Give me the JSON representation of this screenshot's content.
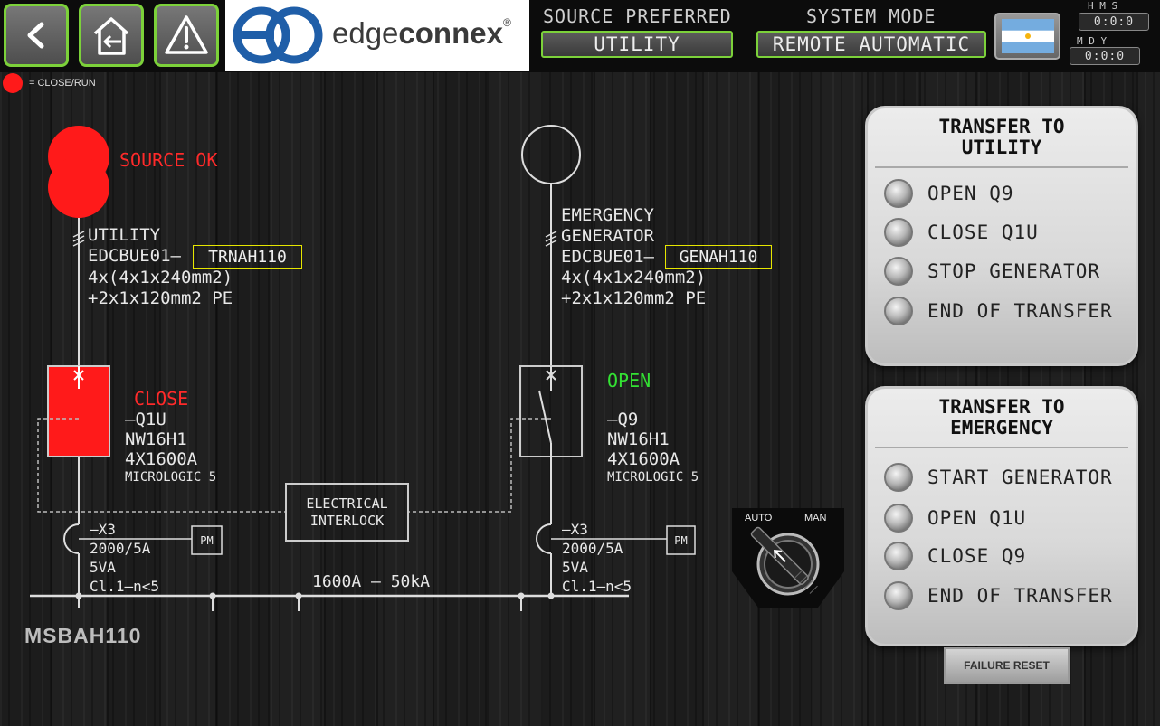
{
  "header": {
    "source_preferred_label": "SOURCE PREFERRED",
    "source_preferred_value": "UTILITY",
    "system_mode_label": "SYSTEM MODE",
    "system_mode_value": "REMOTE AUTOMATIC",
    "logo_text_1": "edge",
    "logo_text_2": "connex",
    "logo_registered": "®",
    "clock": {
      "time_labels": "H  M  S",
      "time_value": "0:0:0",
      "date_labels": "M  D  Y",
      "date_value": "0:0:0"
    }
  },
  "legend": {
    "text": "= CLOSE/RUN",
    "color": "#ff1a1a"
  },
  "utility": {
    "status": "SOURCE OK",
    "name": "UTILITY",
    "cable_prefix": "EDCBUE01–",
    "cable_tag": "TRNAH110",
    "cable_spec_1": "4x(4x1x240mm2)",
    "cable_spec_2": "+2x1x120mm2 PE"
  },
  "generator": {
    "name_1": "EMERGENCY",
    "name_2": "GENERATOR",
    "cable_prefix": "EDCBUE01–",
    "cable_tag": "GENAH110",
    "cable_spec_1": "4x(4x1x240mm2)",
    "cable_spec_2": "+2x1x120mm2 PE"
  },
  "breaker_q1u": {
    "state": "CLOSE",
    "id": "–Q1U",
    "model": "NW16H1",
    "rating": "4X1600A",
    "trip_unit": "MICROLOGIC 5"
  },
  "breaker_q9": {
    "state": "OPEN",
    "id": "–Q9",
    "model": "NW16H1",
    "rating": "4X1600A",
    "trip_unit": "MICROLOGIC 5"
  },
  "interlock": {
    "line1": "ELECTRICAL",
    "line2": "INTERLOCK"
  },
  "ct_left": {
    "id": "–X3",
    "ratio": "2000/5A",
    "va": "5VA",
    "class": "Cl.1–n<5",
    "meter": "PM"
  },
  "ct_right": {
    "id": "–X3",
    "ratio": "2000/5A",
    "va": "5VA",
    "class": "Cl.1–n<5",
    "meter": "PM"
  },
  "busbar": {
    "rating": "1600A – 50kA",
    "name": "MSBAH110"
  },
  "selector": {
    "auto_label": "AUTO",
    "man_label": "MAN"
  },
  "transfer_utility": {
    "title_1": "TRANSFER TO",
    "title_2": "UTILITY",
    "steps": [
      "OPEN Q9",
      "CLOSE Q1U",
      "STOP GENERATOR",
      "END OF TRANSFER"
    ]
  },
  "transfer_emergency": {
    "title_1": "TRANSFER TO",
    "title_2": "EMERGENCY",
    "steps": [
      "START GENERATOR",
      "OPEN Q1U",
      "CLOSE Q9",
      "END OF TRANSFER"
    ]
  },
  "failure_reset_label": "FAILURE RESET",
  "colors": {
    "accent_green": "#7cd13a",
    "closed_red": "#ff1a1a",
    "open_green": "#33e233",
    "tag_yellow": "#e6e600"
  }
}
